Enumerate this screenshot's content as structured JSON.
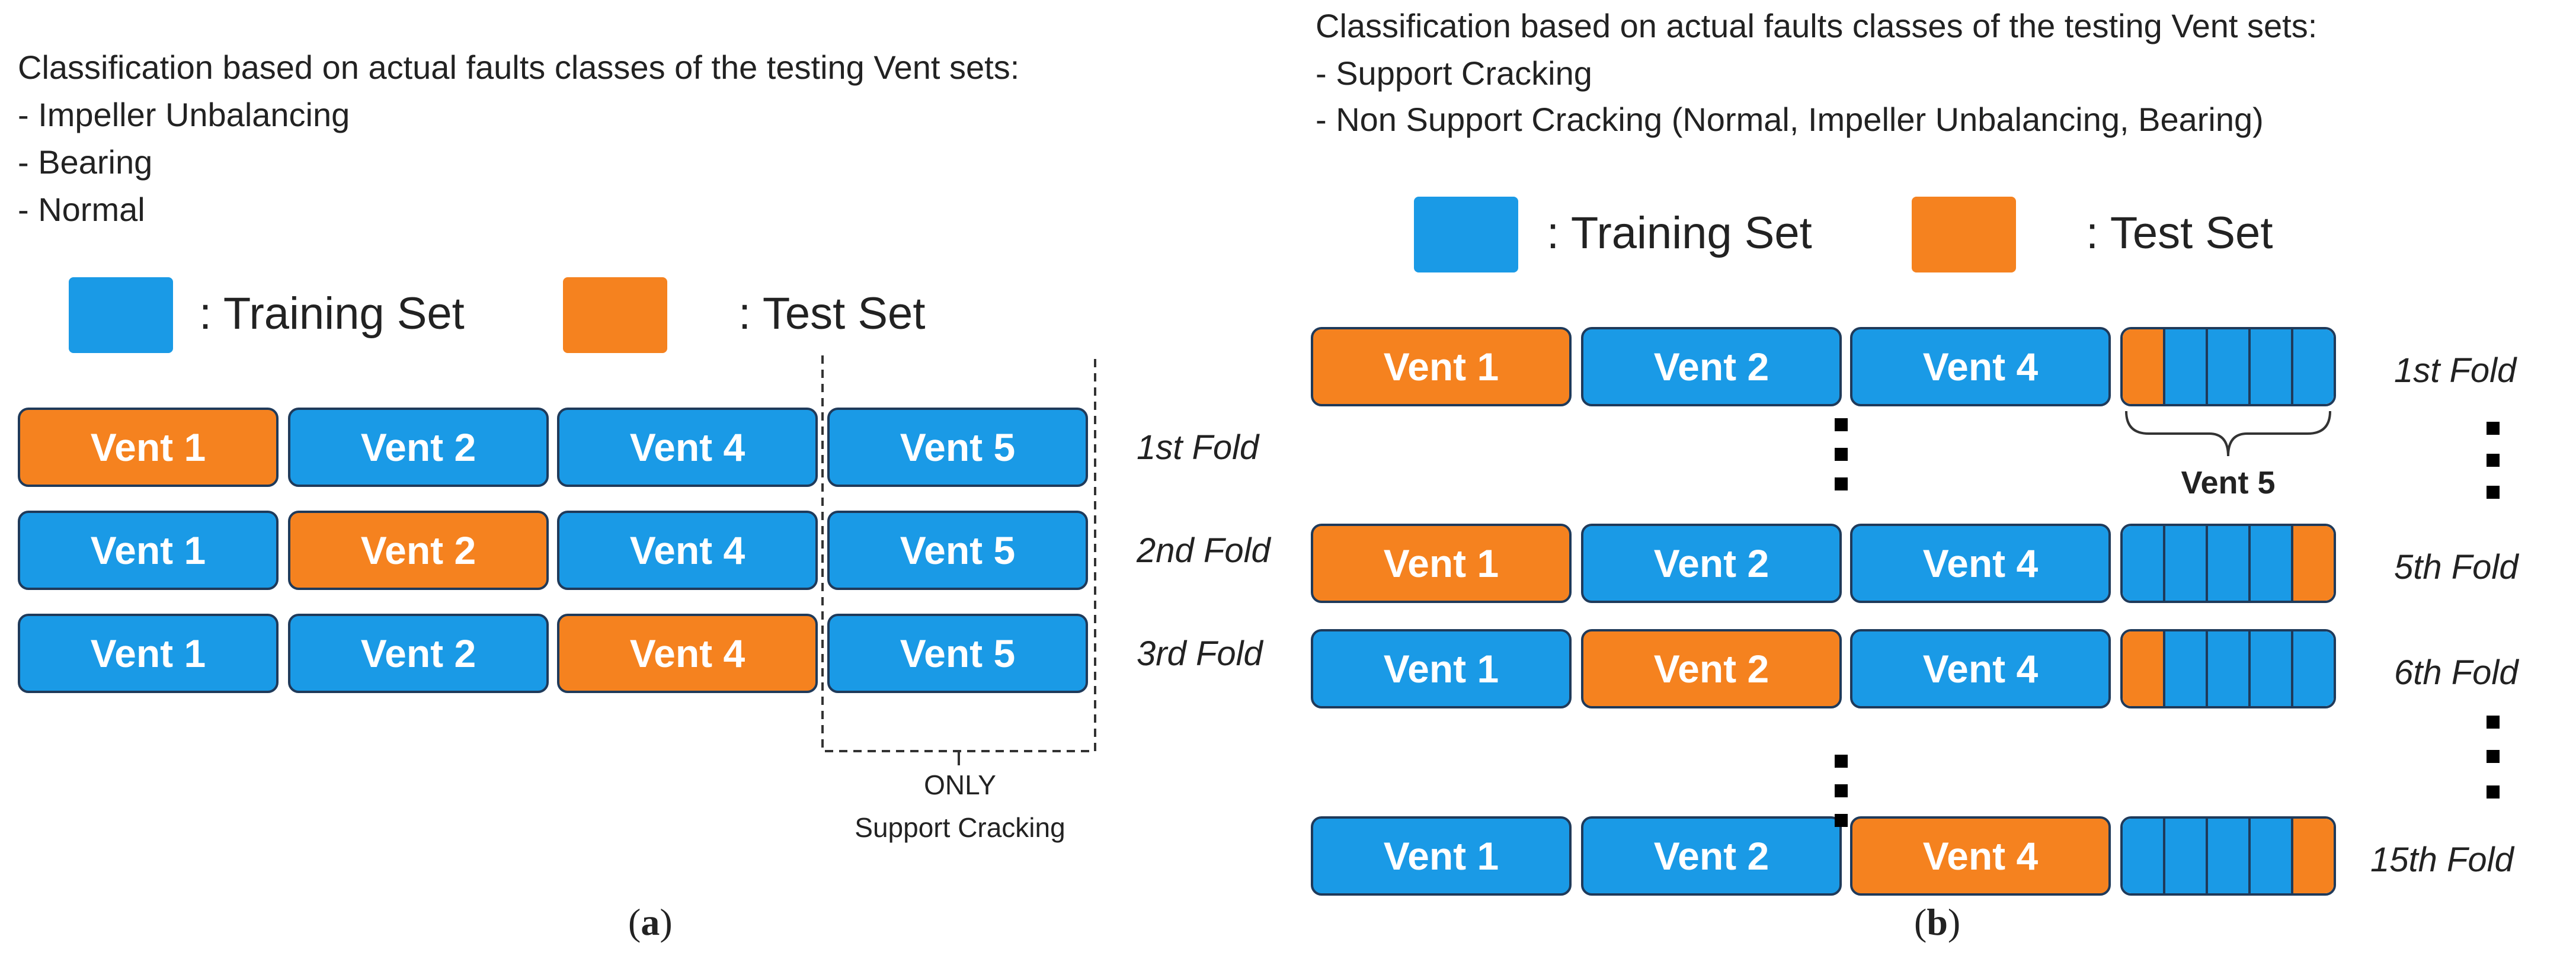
{
  "colors": {
    "training": "#1a9ae6",
    "test": "#f5821f",
    "border": "#1f3a5a"
  },
  "panel_a": {
    "description": {
      "heading": "Classification based on actual faults classes of the testing Vent sets:",
      "items": [
        "- Impeller Unbalancing",
        "- Bearing",
        "- Normal"
      ]
    },
    "legend": {
      "training": ": Training Set",
      "test": ": Test Set"
    },
    "folds": [
      {
        "label": "1st Fold",
        "vents": [
          {
            "name": "Vent 1",
            "role": "test"
          },
          {
            "name": "Vent 2",
            "role": "training"
          },
          {
            "name": "Vent 4",
            "role": "training"
          },
          {
            "name": "Vent 5",
            "role": "training"
          }
        ]
      },
      {
        "label": "2nd Fold",
        "vents": [
          {
            "name": "Vent 1",
            "role": "training"
          },
          {
            "name": "Vent 2",
            "role": "test"
          },
          {
            "name": "Vent 4",
            "role": "training"
          },
          {
            "name": "Vent 5",
            "role": "training"
          }
        ]
      },
      {
        "label": "3rd Fold",
        "vents": [
          {
            "name": "Vent 1",
            "role": "training"
          },
          {
            "name": "Vent 2",
            "role": "training"
          },
          {
            "name": "Vent 4",
            "role": "test"
          },
          {
            "name": "Vent 5",
            "role": "training"
          }
        ]
      }
    ],
    "note": {
      "line1": "ONLY",
      "line2": "Support Cracking"
    },
    "caption": {
      "letter": "a"
    }
  },
  "panel_b": {
    "description": {
      "heading": "Classification based on actual faults classes of the testing Vent sets:",
      "items": [
        "- Support Cracking",
        "- Non Support Cracking (Normal, Impeller Unbalancing, Bearing)"
      ]
    },
    "legend": {
      "training": ": Training Set",
      "test": ": Test Set"
    },
    "folds": [
      {
        "label": "1st Fold",
        "vents": [
          {
            "name": "Vent 1",
            "role": "test"
          },
          {
            "name": "Vent 2",
            "role": "training"
          },
          {
            "name": "Vent 4",
            "role": "training"
          }
        ],
        "vent5_segments": [
          "test",
          "training",
          "training",
          "training",
          "training"
        ]
      },
      {
        "label": "5th Fold",
        "vents": [
          {
            "name": "Vent 1",
            "role": "test"
          },
          {
            "name": "Vent 2",
            "role": "training"
          },
          {
            "name": "Vent 4",
            "role": "training"
          }
        ],
        "vent5_segments": [
          "training",
          "training",
          "training",
          "training",
          "test"
        ]
      },
      {
        "label": "6th Fold",
        "vents": [
          {
            "name": "Vent 1",
            "role": "training"
          },
          {
            "name": "Vent 2",
            "role": "test"
          },
          {
            "name": "Vent 4",
            "role": "training"
          }
        ],
        "vent5_segments": [
          "test",
          "training",
          "training",
          "training",
          "training"
        ]
      },
      {
        "label": "15th Fold",
        "vents": [
          {
            "name": "Vent 1",
            "role": "training"
          },
          {
            "name": "Vent 2",
            "role": "training"
          },
          {
            "name": "Vent 4",
            "role": "test"
          }
        ],
        "vent5_segments": [
          "training",
          "training",
          "training",
          "training",
          "test"
        ]
      }
    ],
    "vent5_label": "Vent 5",
    "caption": {
      "letter": "b"
    }
  }
}
